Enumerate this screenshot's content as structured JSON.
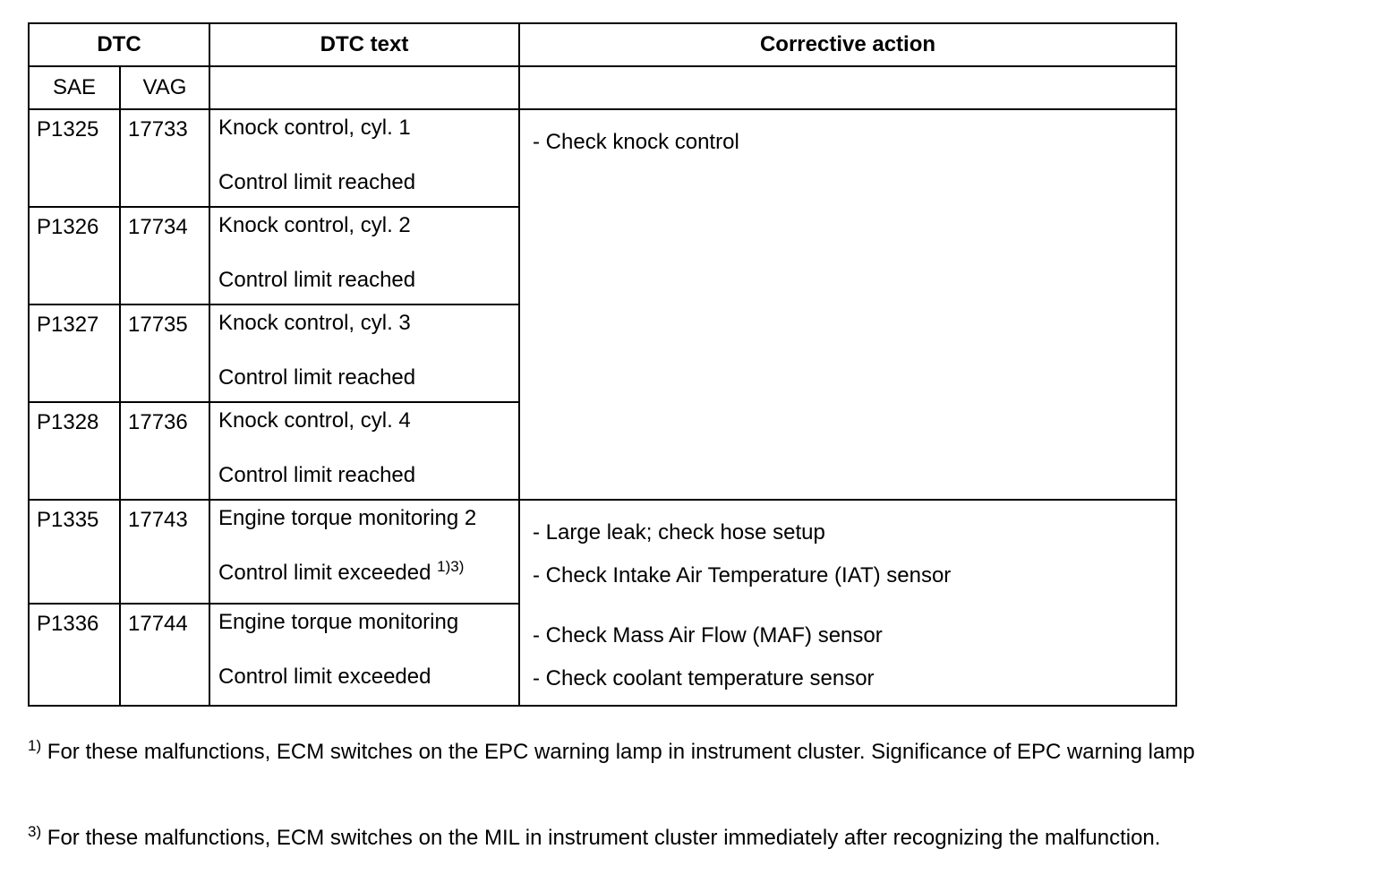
{
  "table": {
    "headers": {
      "dtc": "DTC",
      "dtc_text": "DTC text",
      "corrective_action": "Corrective action"
    },
    "subheaders": {
      "sae": "SAE",
      "vag": "VAG"
    },
    "rows": [
      {
        "sae": "P1325",
        "vag": "17733",
        "text_line1": "Knock control, cyl. 1",
        "text_line2": "Control limit reached"
      },
      {
        "sae": "P1326",
        "vag": "17734",
        "text_line1": "Knock control, cyl. 2",
        "text_line2": "Control limit reached"
      },
      {
        "sae": "P1327",
        "vag": "17735",
        "text_line1": "Knock control, cyl. 3",
        "text_line2": "Control limit reached"
      },
      {
        "sae": "P1328",
        "vag": "17736",
        "text_line1": "Knock control, cyl. 4",
        "text_line2": "Control limit reached"
      },
      {
        "sae": "P1335",
        "vag": "17743",
        "text_line1": "Engine torque monitoring 2",
        "text_line2": "Control limit exceeded",
        "text_line2_ref": "1)3)"
      },
      {
        "sae": "P1336",
        "vag": "17744",
        "text_line1": "Engine torque monitoring",
        "text_line2": "Control limit exceeded"
      }
    ],
    "actions": {
      "knock": "- Check knock control",
      "torque": [
        "- Large leak; check hose setup",
        "- Check Intake Air Temperature (IAT) sensor",
        "- Check Mass Air Flow (MAF) sensor",
        "- Check coolant temperature sensor"
      ]
    }
  },
  "footnotes": [
    {
      "mark": "1)",
      "text": " For these malfunctions, ECM switches on the EPC warning lamp in instrument cluster. Significance of EPC warning lamp"
    },
    {
      "mark": "3)",
      "text": " For these malfunctions, ECM switches on the MIL in instrument cluster immediately after recognizing the malfunction."
    }
  ]
}
